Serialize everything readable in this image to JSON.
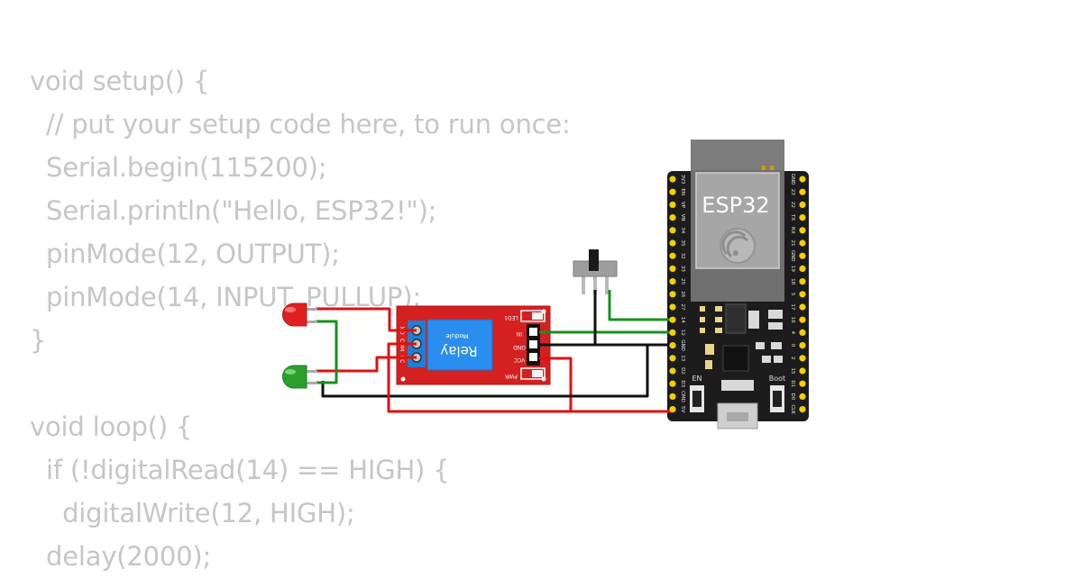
{
  "code_lines": [
    "void setup() {",
    "  // put your setup code here, to run once:",
    "  Serial.begin(115200);",
    "  Serial.println(\"Hello, ESP32!\");",
    "  pinMode(12, OUTPUT);",
    "  pinMode(14, INPUT_PULLUP);",
    "}",
    "",
    "void loop() {",
    "  if (!digitalRead(14) == HIGH) {",
    "    digitalWrite(12, HIGH);",
    "  delay(2000);"
  ],
  "relay": {
    "name": "Relay",
    "subtitle": "Module",
    "led1_label": "LED1",
    "pwr_label": "PWR",
    "pin_labels": [
      "IN",
      "GND",
      "VCC"
    ],
    "terminal_labels": [
      "NO",
      "COM",
      "NC"
    ]
  },
  "esp32": {
    "chip_label": "ESP32",
    "en_label": "EN",
    "boot_label": "Boot",
    "left_pins": [
      "3V3",
      "EN",
      "VP",
      "VN",
      "34",
      "35",
      "32",
      "33",
      "25",
      "26",
      "27",
      "14",
      "12",
      "GND",
      "13",
      "D2",
      "D3",
      "CMD",
      "5V"
    ],
    "right_pins": [
      "GND",
      "23",
      "22",
      "TX",
      "RX",
      "21",
      "GND",
      "19",
      "18",
      "5",
      "17",
      "16",
      "4",
      "0",
      "2",
      "15",
      "D1",
      "D0",
      "CLK"
    ]
  },
  "colors": {
    "code_text": "#c6c6c6",
    "relay_board": "#d42020",
    "relay_body": "#2a8df0",
    "terminal": "#1f7fd6",
    "esp_board": "#1c1c1c",
    "pin_gold": "#f3d000",
    "wire_red": "#e01010",
    "wire_green": "#16901f",
    "wire_black": "#111111",
    "led_red": "#e02020",
    "led_green": "#2aa02a"
  },
  "icons": {
    "esp_logo": "espressif-logo-icon",
    "switch": "slide-switch-icon"
  }
}
